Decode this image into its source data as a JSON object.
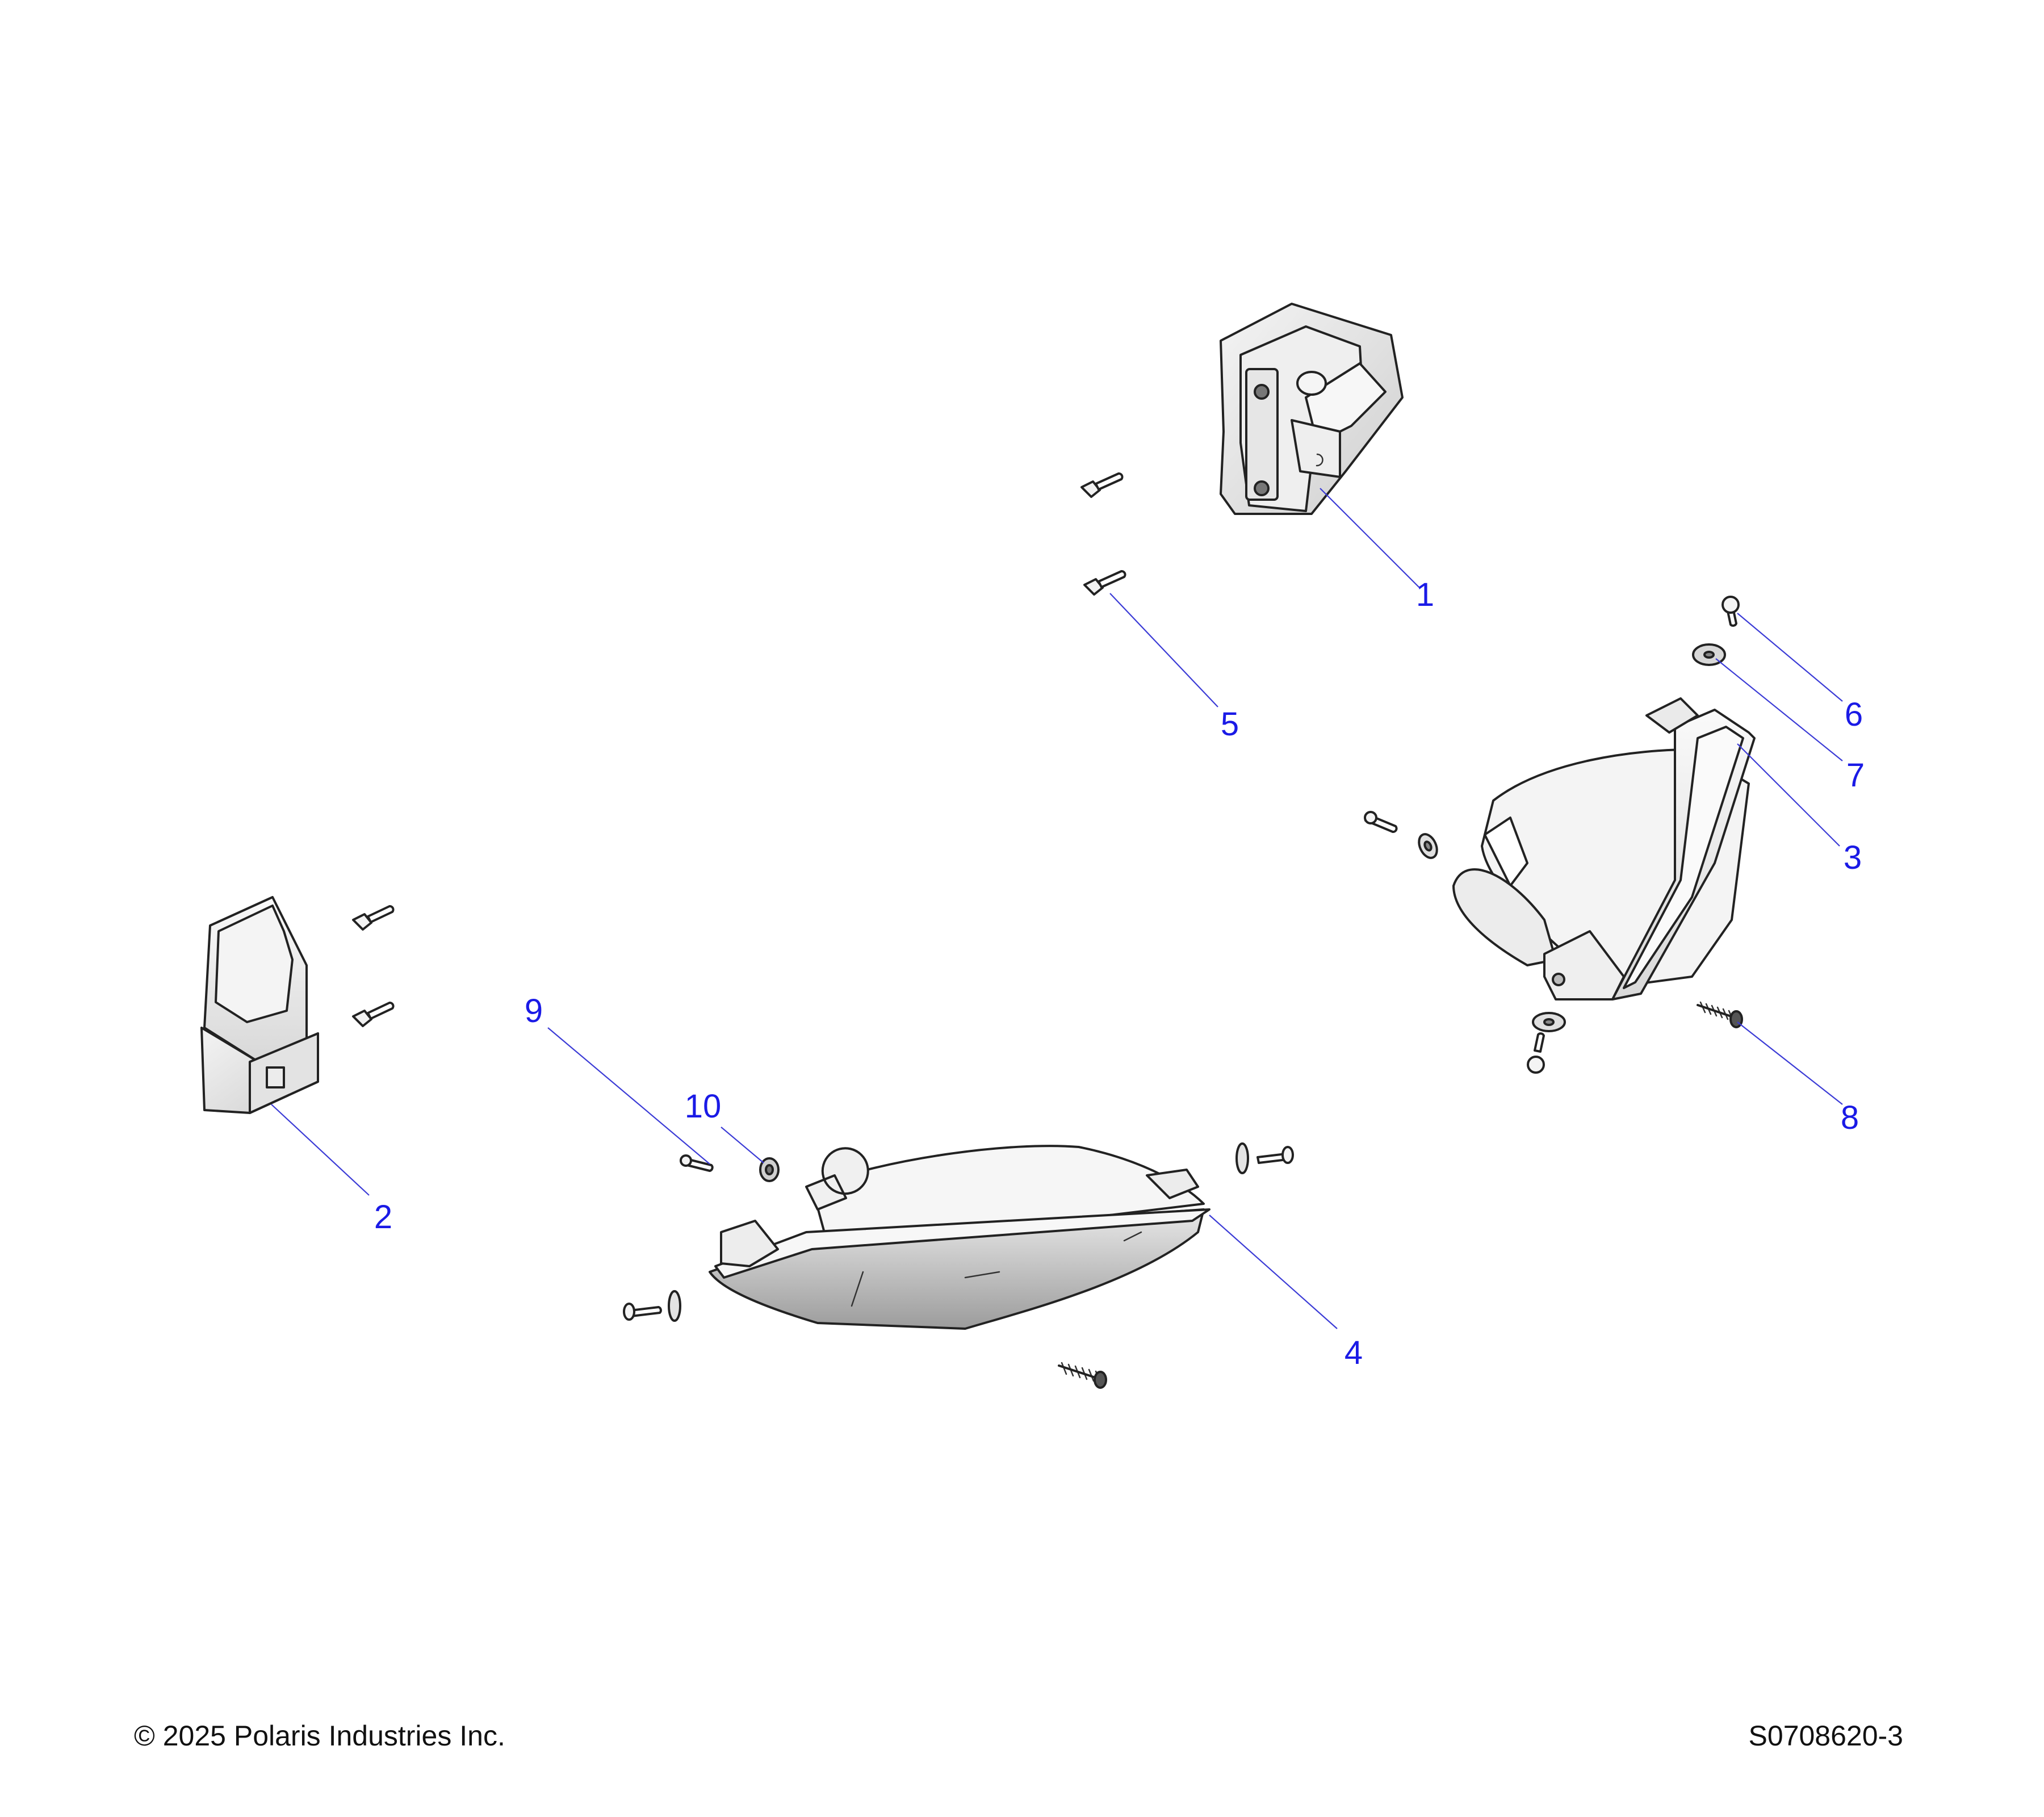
{
  "callouts": [
    "1",
    "2",
    "3",
    "4",
    "5",
    "6",
    "7",
    "8",
    "9",
    "10"
  ],
  "footer": {
    "copyright": "© 2025 Polaris Industries Inc.",
    "document_id": "S0708620-3"
  },
  "colors": {
    "callout_text": "#1a1ae6",
    "leader_line": "#3b3bd6",
    "part_outline": "#222222"
  }
}
